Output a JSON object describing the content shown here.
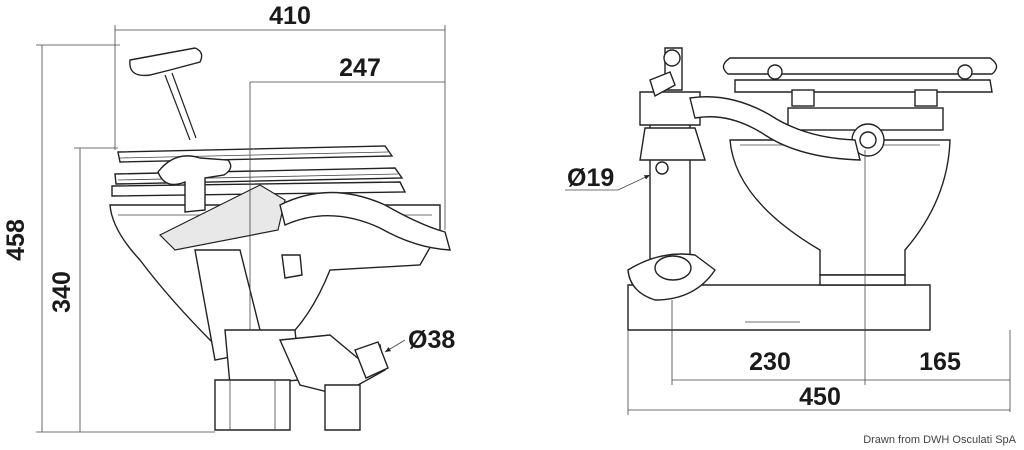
{
  "dimensions": {
    "d410": "410",
    "d247": "247",
    "d458": "458",
    "d340": "340",
    "d38": "Ø38",
    "d19": "Ø19",
    "d230": "230",
    "d165": "165",
    "d450": "450"
  },
  "credit": "Drawn from DWH Osculati SpA"
}
